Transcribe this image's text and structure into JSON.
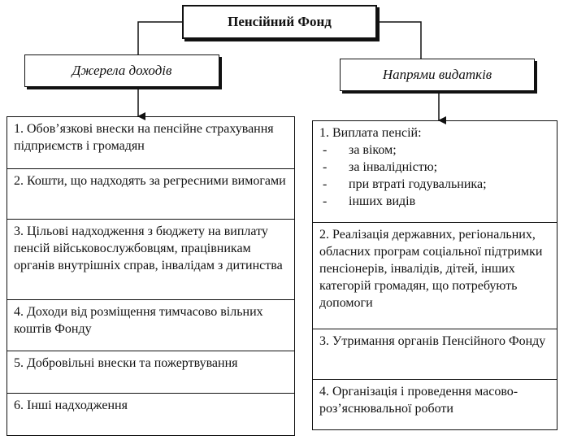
{
  "title": "Пенсійний Фонд",
  "income": {
    "heading": "Джерела доходів",
    "items": [
      "1. Обов’язкові внески на пенсійне страхування підприємств і громадян",
      "2. Кошти, що надходять за регресними вимогами",
      "3. Цільові надходження з бюджету на виплату пенсій військовослужбовцям, працівникам органів внутрішніх справ, інвалідам з дитинства",
      "4. Доходи від розміщення тимчасово вільних коштів Фонду",
      "5. Добровільні внески та пожертвування",
      "6. Інші надходження"
    ]
  },
  "expenses": {
    "heading": "Напрями видатків",
    "item1_title": "1.   Виплата пенсій:",
    "item1_bullets": [
      "за віком;",
      "за інвалідністю;",
      "при втраті годувальника;",
      "інших видів"
    ],
    "items": [
      "2. Реалізація державних, регіональних, обласних програм соціальної підтримки пенсіонерів, інвалідів, дітей, інших категорій громадян, що потребують допомоги",
      "3. Утримання органів Пенсійного Фонду",
      "4. Організація і проведення масово-роз’яснювальної роботи"
    ]
  }
}
